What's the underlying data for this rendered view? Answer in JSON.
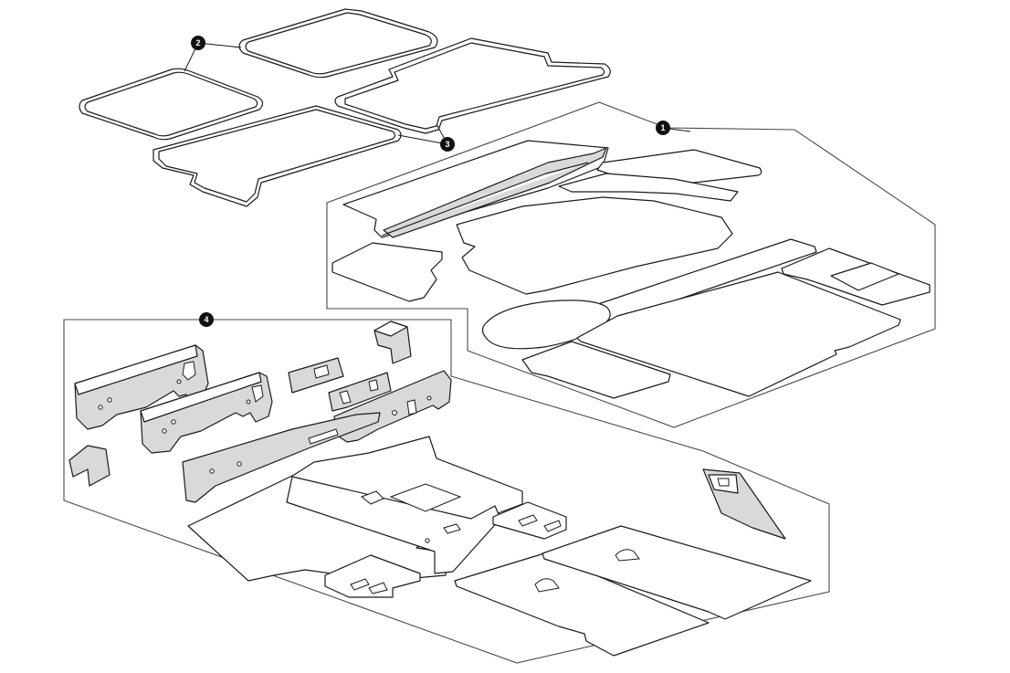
{
  "callouts": [
    {
      "id": "callout-1",
      "label": "1"
    },
    {
      "id": "callout-2",
      "label": "2"
    },
    {
      "id": "callout-3",
      "label": "3"
    },
    {
      "id": "callout-4",
      "label": "4"
    }
  ]
}
